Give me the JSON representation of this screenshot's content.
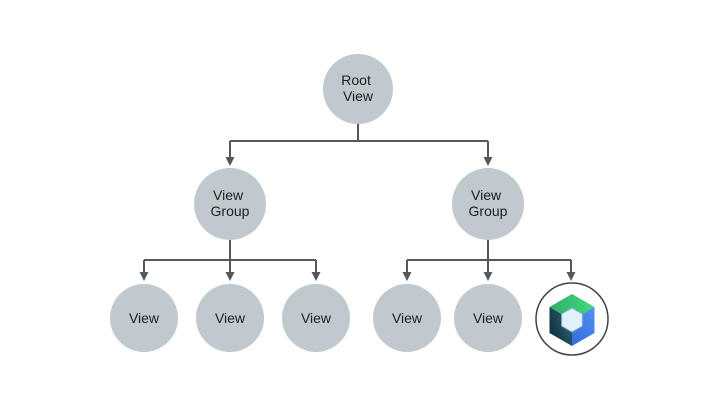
{
  "diagram": {
    "description": "View hierarchy tree diagram",
    "nodes": {
      "root": {
        "label": "Root View",
        "lines": [
          "Root",
          "View"
        ]
      },
      "group_left": {
        "label": "View Group",
        "lines": [
          "View",
          "Group"
        ]
      },
      "group_right": {
        "label": "View Group",
        "lines": [
          "View",
          "Group"
        ]
      },
      "view_1": {
        "label": "View"
      },
      "view_2": {
        "label": "View"
      },
      "view_3": {
        "label": "View"
      },
      "view_4": {
        "label": "View"
      },
      "view_5": {
        "label": "View"
      },
      "compose": {
        "icon": "jetpack-compose-logo"
      }
    },
    "edges": [
      {
        "from": "root",
        "to": "group_left"
      },
      {
        "from": "root",
        "to": "group_right"
      },
      {
        "from": "group_left",
        "to": "view_1"
      },
      {
        "from": "group_left",
        "to": "view_2"
      },
      {
        "from": "group_left",
        "to": "view_3"
      },
      {
        "from": "group_right",
        "to": "view_4"
      },
      {
        "from": "group_right",
        "to": "view_5"
      },
      {
        "from": "group_right",
        "to": "compose"
      }
    ],
    "colors": {
      "background": "#ffffff",
      "node_fill": "#bfc9ce",
      "node_text": "#202124",
      "connector": "#54585a",
      "compose_ring": "#3f4449",
      "compose_circle_fill": "#ffffff",
      "compose_green_start": "#2fae66",
      "compose_green_end": "#43d981",
      "compose_blue_start": "#5191f6",
      "compose_blue_end": "#366fe0",
      "compose_navy_start": "#0c2b3a",
      "compose_navy_end": "#2d6170",
      "compose_inner_fill": "#e3f1fa",
      "compose_inner_stroke": "#7fb0c6"
    }
  }
}
